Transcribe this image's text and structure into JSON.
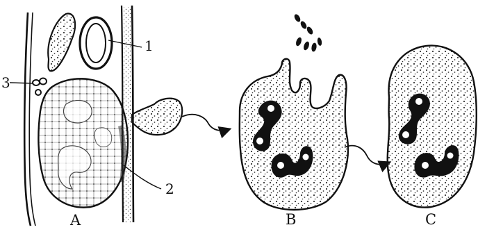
{
  "labels": {
    "part_1": "1",
    "part_2": "2",
    "part_3": "3",
    "cell_A": "A",
    "cell_B": "B",
    "cell_C": "C"
  },
  "colors": {
    "ink": "#111111",
    "background": "#ffffff",
    "stipple": "#333333"
  }
}
